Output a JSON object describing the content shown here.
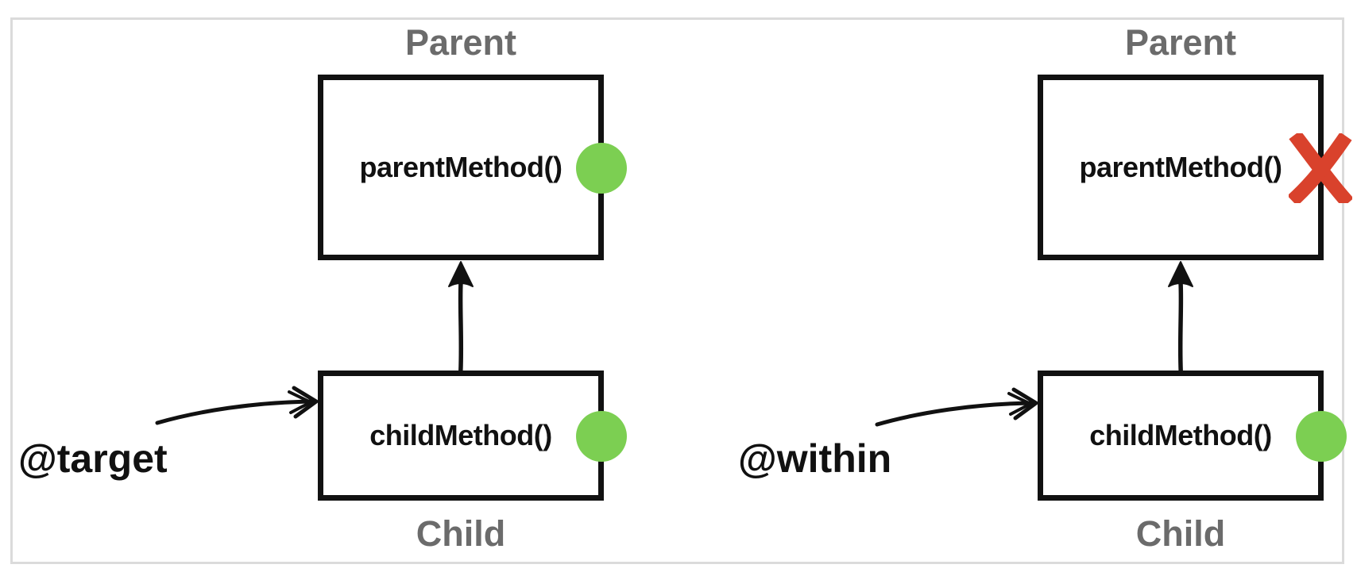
{
  "diagram": {
    "title": "pointcut designator matching comparison",
    "colors": {
      "allowed": "#7CCF52",
      "denied": "#D9422C",
      "label_gray": "#6B6B6B",
      "box_border": "#111111",
      "frame_border": "#DBDBDB"
    },
    "markers": {
      "allowed_icon": "green-circle",
      "denied_icon": "red-x"
    },
    "panels": [
      {
        "annotation": "@target",
        "parent": {
          "label": "Parent",
          "method": "parentMethod()",
          "marker": "allowed"
        },
        "child": {
          "label": "Child",
          "method": "childMethod()",
          "marker": "allowed"
        }
      },
      {
        "annotation": "@within",
        "parent": {
          "label": "Parent",
          "method": "parentMethod()",
          "marker": "denied"
        },
        "child": {
          "label": "Child",
          "method": "childMethod()",
          "marker": "allowed"
        }
      }
    ]
  }
}
